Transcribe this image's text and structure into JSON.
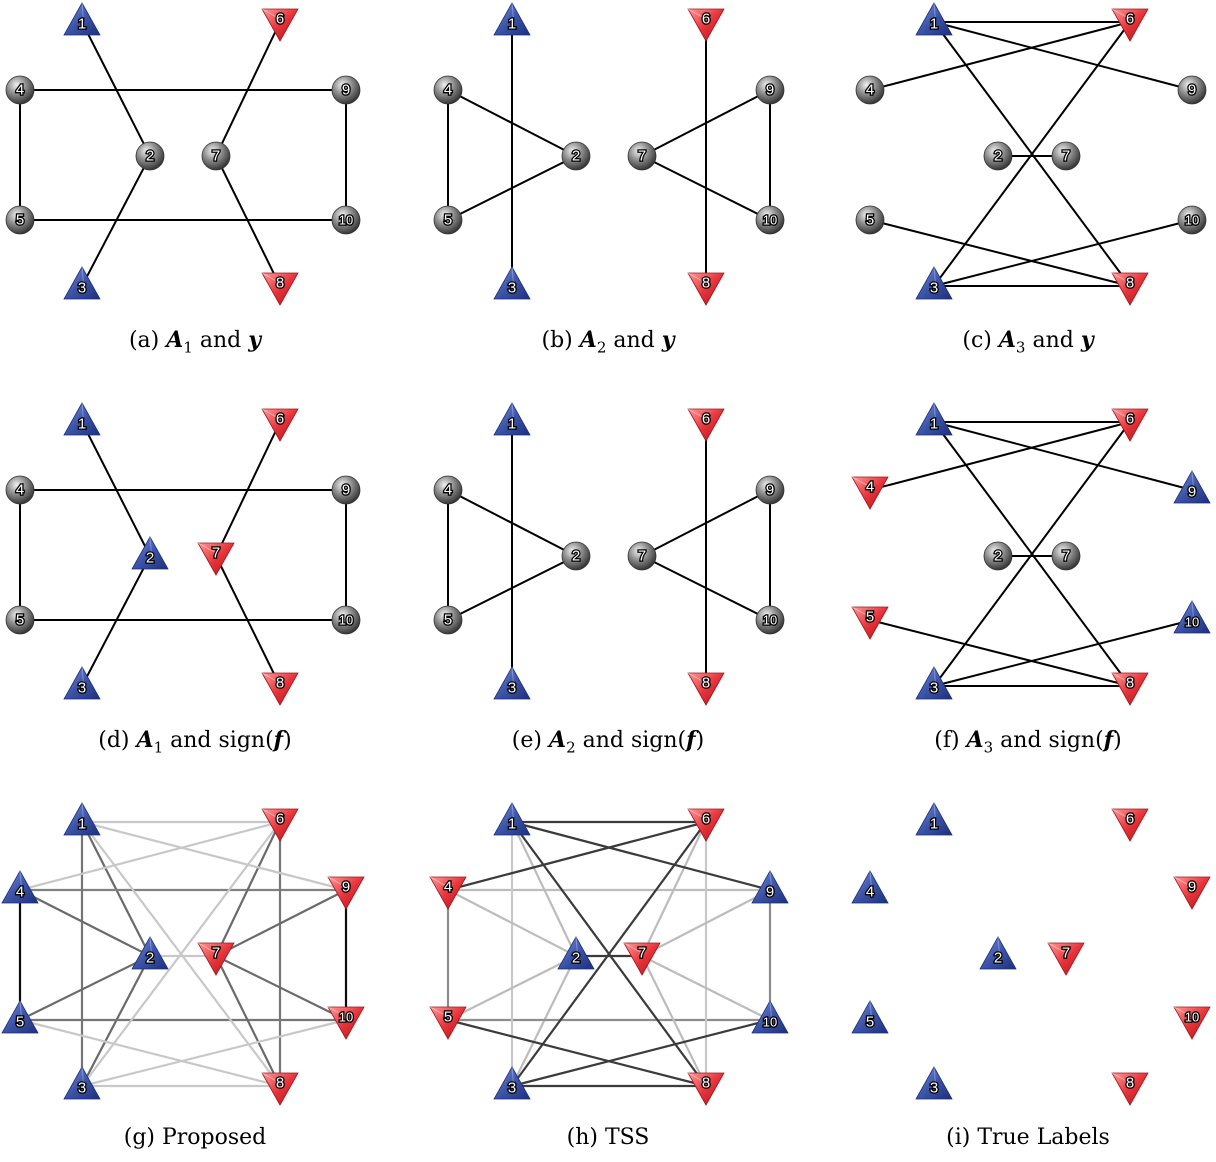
{
  "panels": [
    {
      "id": "a",
      "caption": {
        "prefix": "(a) ",
        "matrix": "A",
        "sub": "1",
        "mid": " and ",
        "vec": "y",
        "suffix": ""
      },
      "node_kind": {
        "1": "pos",
        "3": "pos",
        "6": "neg",
        "8": "neg"
      },
      "edges": [
        [
          1,
          2,
          1
        ],
        [
          2,
          3,
          1
        ],
        [
          4,
          9,
          1
        ],
        [
          4,
          5,
          1
        ],
        [
          5,
          10,
          1
        ],
        [
          9,
          10,
          1
        ],
        [
          6,
          7,
          1
        ],
        [
          7,
          8,
          1
        ]
      ]
    },
    {
      "id": "b",
      "caption": {
        "prefix": "(b) ",
        "matrix": "A",
        "sub": "2",
        "mid": " and ",
        "vec": "y",
        "suffix": ""
      },
      "node_kind": {
        "1": "pos",
        "3": "pos",
        "6": "neg",
        "8": "neg"
      },
      "edges": [
        [
          1,
          3,
          1
        ],
        [
          4,
          2,
          1
        ],
        [
          4,
          5,
          1
        ],
        [
          5,
          2,
          1
        ],
        [
          6,
          8,
          1
        ],
        [
          7,
          9,
          1
        ],
        [
          7,
          10,
          1
        ],
        [
          9,
          10,
          1
        ]
      ]
    },
    {
      "id": "c",
      "caption": {
        "prefix": "(c) ",
        "matrix": "A",
        "sub": "3",
        "mid": " and ",
        "vec": "y",
        "suffix": ""
      },
      "node_kind": {
        "1": "pos",
        "3": "pos",
        "6": "neg",
        "8": "neg"
      },
      "edges": [
        [
          1,
          6,
          1
        ],
        [
          1,
          9,
          1
        ],
        [
          1,
          8,
          1
        ],
        [
          4,
          6,
          1
        ],
        [
          3,
          6,
          1
        ],
        [
          3,
          10,
          1
        ],
        [
          3,
          8,
          1
        ],
        [
          5,
          8,
          1
        ],
        [
          2,
          7,
          1
        ]
      ]
    },
    {
      "id": "d",
      "caption": {
        "prefix": "(d) ",
        "matrix": "A",
        "sub": "1",
        "mid": " and sign(",
        "vec": "f",
        "suffix": ")"
      },
      "node_kind": {
        "1": "pos",
        "2": "pos",
        "3": "pos",
        "6": "neg",
        "7": "neg",
        "8": "neg"
      },
      "edges": [
        [
          1,
          2,
          1
        ],
        [
          2,
          3,
          1
        ],
        [
          4,
          9,
          1
        ],
        [
          4,
          5,
          1
        ],
        [
          5,
          10,
          1
        ],
        [
          9,
          10,
          1
        ],
        [
          6,
          7,
          1
        ],
        [
          7,
          8,
          1
        ]
      ]
    },
    {
      "id": "e",
      "caption": {
        "prefix": "(e) ",
        "matrix": "A",
        "sub": "2",
        "mid": " and sign(",
        "vec": "f",
        "suffix": ")"
      },
      "node_kind": {
        "1": "pos",
        "3": "pos",
        "6": "neg",
        "8": "neg"
      },
      "edges": [
        [
          1,
          3,
          1
        ],
        [
          4,
          2,
          1
        ],
        [
          4,
          5,
          1
        ],
        [
          5,
          2,
          1
        ],
        [
          6,
          8,
          1
        ],
        [
          7,
          9,
          1
        ],
        [
          7,
          10,
          1
        ],
        [
          9,
          10,
          1
        ]
      ]
    },
    {
      "id": "f",
      "caption": {
        "prefix": "(f) ",
        "matrix": "A",
        "sub": "3",
        "mid": " and sign(",
        "vec": "f",
        "suffix": ")"
      },
      "node_kind": {
        "1": "pos",
        "3": "pos",
        "9": "pos",
        "10": "pos",
        "4": "neg",
        "5": "neg",
        "6": "neg",
        "8": "neg"
      },
      "edges": [
        [
          1,
          6,
          1
        ],
        [
          1,
          9,
          1
        ],
        [
          1,
          8,
          1
        ],
        [
          4,
          6,
          1
        ],
        [
          3,
          6,
          1
        ],
        [
          3,
          10,
          1
        ],
        [
          3,
          8,
          1
        ],
        [
          5,
          8,
          1
        ],
        [
          2,
          7,
          1
        ]
      ]
    },
    {
      "id": "g",
      "caption": {
        "prefix": "(g) Proposed",
        "matrix": "",
        "sub": "",
        "mid": "",
        "vec": "",
        "suffix": ""
      },
      "node_kind": {
        "1": "pos",
        "2": "pos",
        "3": "pos",
        "4": "pos",
        "5": "pos",
        "6": "neg",
        "7": "neg",
        "8": "neg",
        "9": "neg",
        "10": "neg"
      },
      "edges": [
        [
          1,
          2,
          0.55
        ],
        [
          2,
          3,
          0.55
        ],
        [
          4,
          9,
          0.45
        ],
        [
          4,
          5,
          0.95
        ],
        [
          5,
          10,
          0.5
        ],
        [
          9,
          10,
          0.95
        ],
        [
          6,
          7,
          0.55
        ],
        [
          7,
          8,
          0.55
        ],
        [
          1,
          3,
          0.5
        ],
        [
          6,
          8,
          0.5
        ],
        [
          4,
          2,
          0.55
        ],
        [
          5,
          2,
          0.55
        ],
        [
          7,
          9,
          0.55
        ],
        [
          7,
          10,
          0.55
        ],
        [
          1,
          6,
          0.15
        ],
        [
          1,
          9,
          0.15
        ],
        [
          1,
          8,
          0.15
        ],
        [
          4,
          6,
          0.15
        ],
        [
          3,
          6,
          0.15
        ],
        [
          3,
          10,
          0.15
        ],
        [
          3,
          8,
          0.15
        ],
        [
          5,
          8,
          0.15
        ],
        [
          2,
          7,
          0.15
        ]
      ]
    },
    {
      "id": "h",
      "caption": {
        "prefix": "(h) TSS",
        "matrix": "",
        "sub": "",
        "mid": "",
        "vec": "",
        "suffix": ""
      },
      "node_kind": {
        "1": "pos",
        "2": "pos",
        "3": "pos",
        "9": "pos",
        "10": "pos",
        "4": "neg",
        "5": "neg",
        "6": "neg",
        "7": "neg",
        "8": "neg"
      },
      "edges": [
        [
          1,
          2,
          0.2
        ],
        [
          2,
          3,
          0.2
        ],
        [
          4,
          9,
          0.2
        ],
        [
          4,
          5,
          0.4
        ],
        [
          5,
          10,
          0.4
        ],
        [
          9,
          10,
          0.4
        ],
        [
          6,
          7,
          0.2
        ],
        [
          7,
          8,
          0.2
        ],
        [
          1,
          3,
          0.15
        ],
        [
          6,
          8,
          0.15
        ],
        [
          4,
          2,
          0.2
        ],
        [
          5,
          2,
          0.2
        ],
        [
          7,
          9,
          0.2
        ],
        [
          7,
          10,
          0.2
        ],
        [
          1,
          6,
          0.75
        ],
        [
          1,
          9,
          0.75
        ],
        [
          1,
          8,
          0.75
        ],
        [
          4,
          6,
          0.75
        ],
        [
          3,
          6,
          0.75
        ],
        [
          3,
          10,
          0.75
        ],
        [
          3,
          8,
          0.75
        ],
        [
          5,
          8,
          0.75
        ],
        [
          2,
          7,
          0.75
        ]
      ]
    },
    {
      "id": "i",
      "caption": {
        "prefix": "(i) True Labels",
        "matrix": "",
        "sub": "",
        "mid": "",
        "vec": "",
        "suffix": ""
      },
      "node_kind": {
        "1": "pos",
        "2": "pos",
        "3": "pos",
        "4": "pos",
        "5": "pos",
        "6": "neg",
        "7": "neg",
        "8": "neg",
        "9": "neg",
        "10": "neg"
      },
      "edges": []
    }
  ],
  "legend_kinds": {
    "pos": "blue up-triangle",
    "neg": "red down-triangle",
    "none": "grey sphere"
  },
  "colors": {
    "pos": "#3d55a8",
    "neg": "#e8333a",
    "none": "#7a7a7a",
    "edge": "#000000"
  }
}
